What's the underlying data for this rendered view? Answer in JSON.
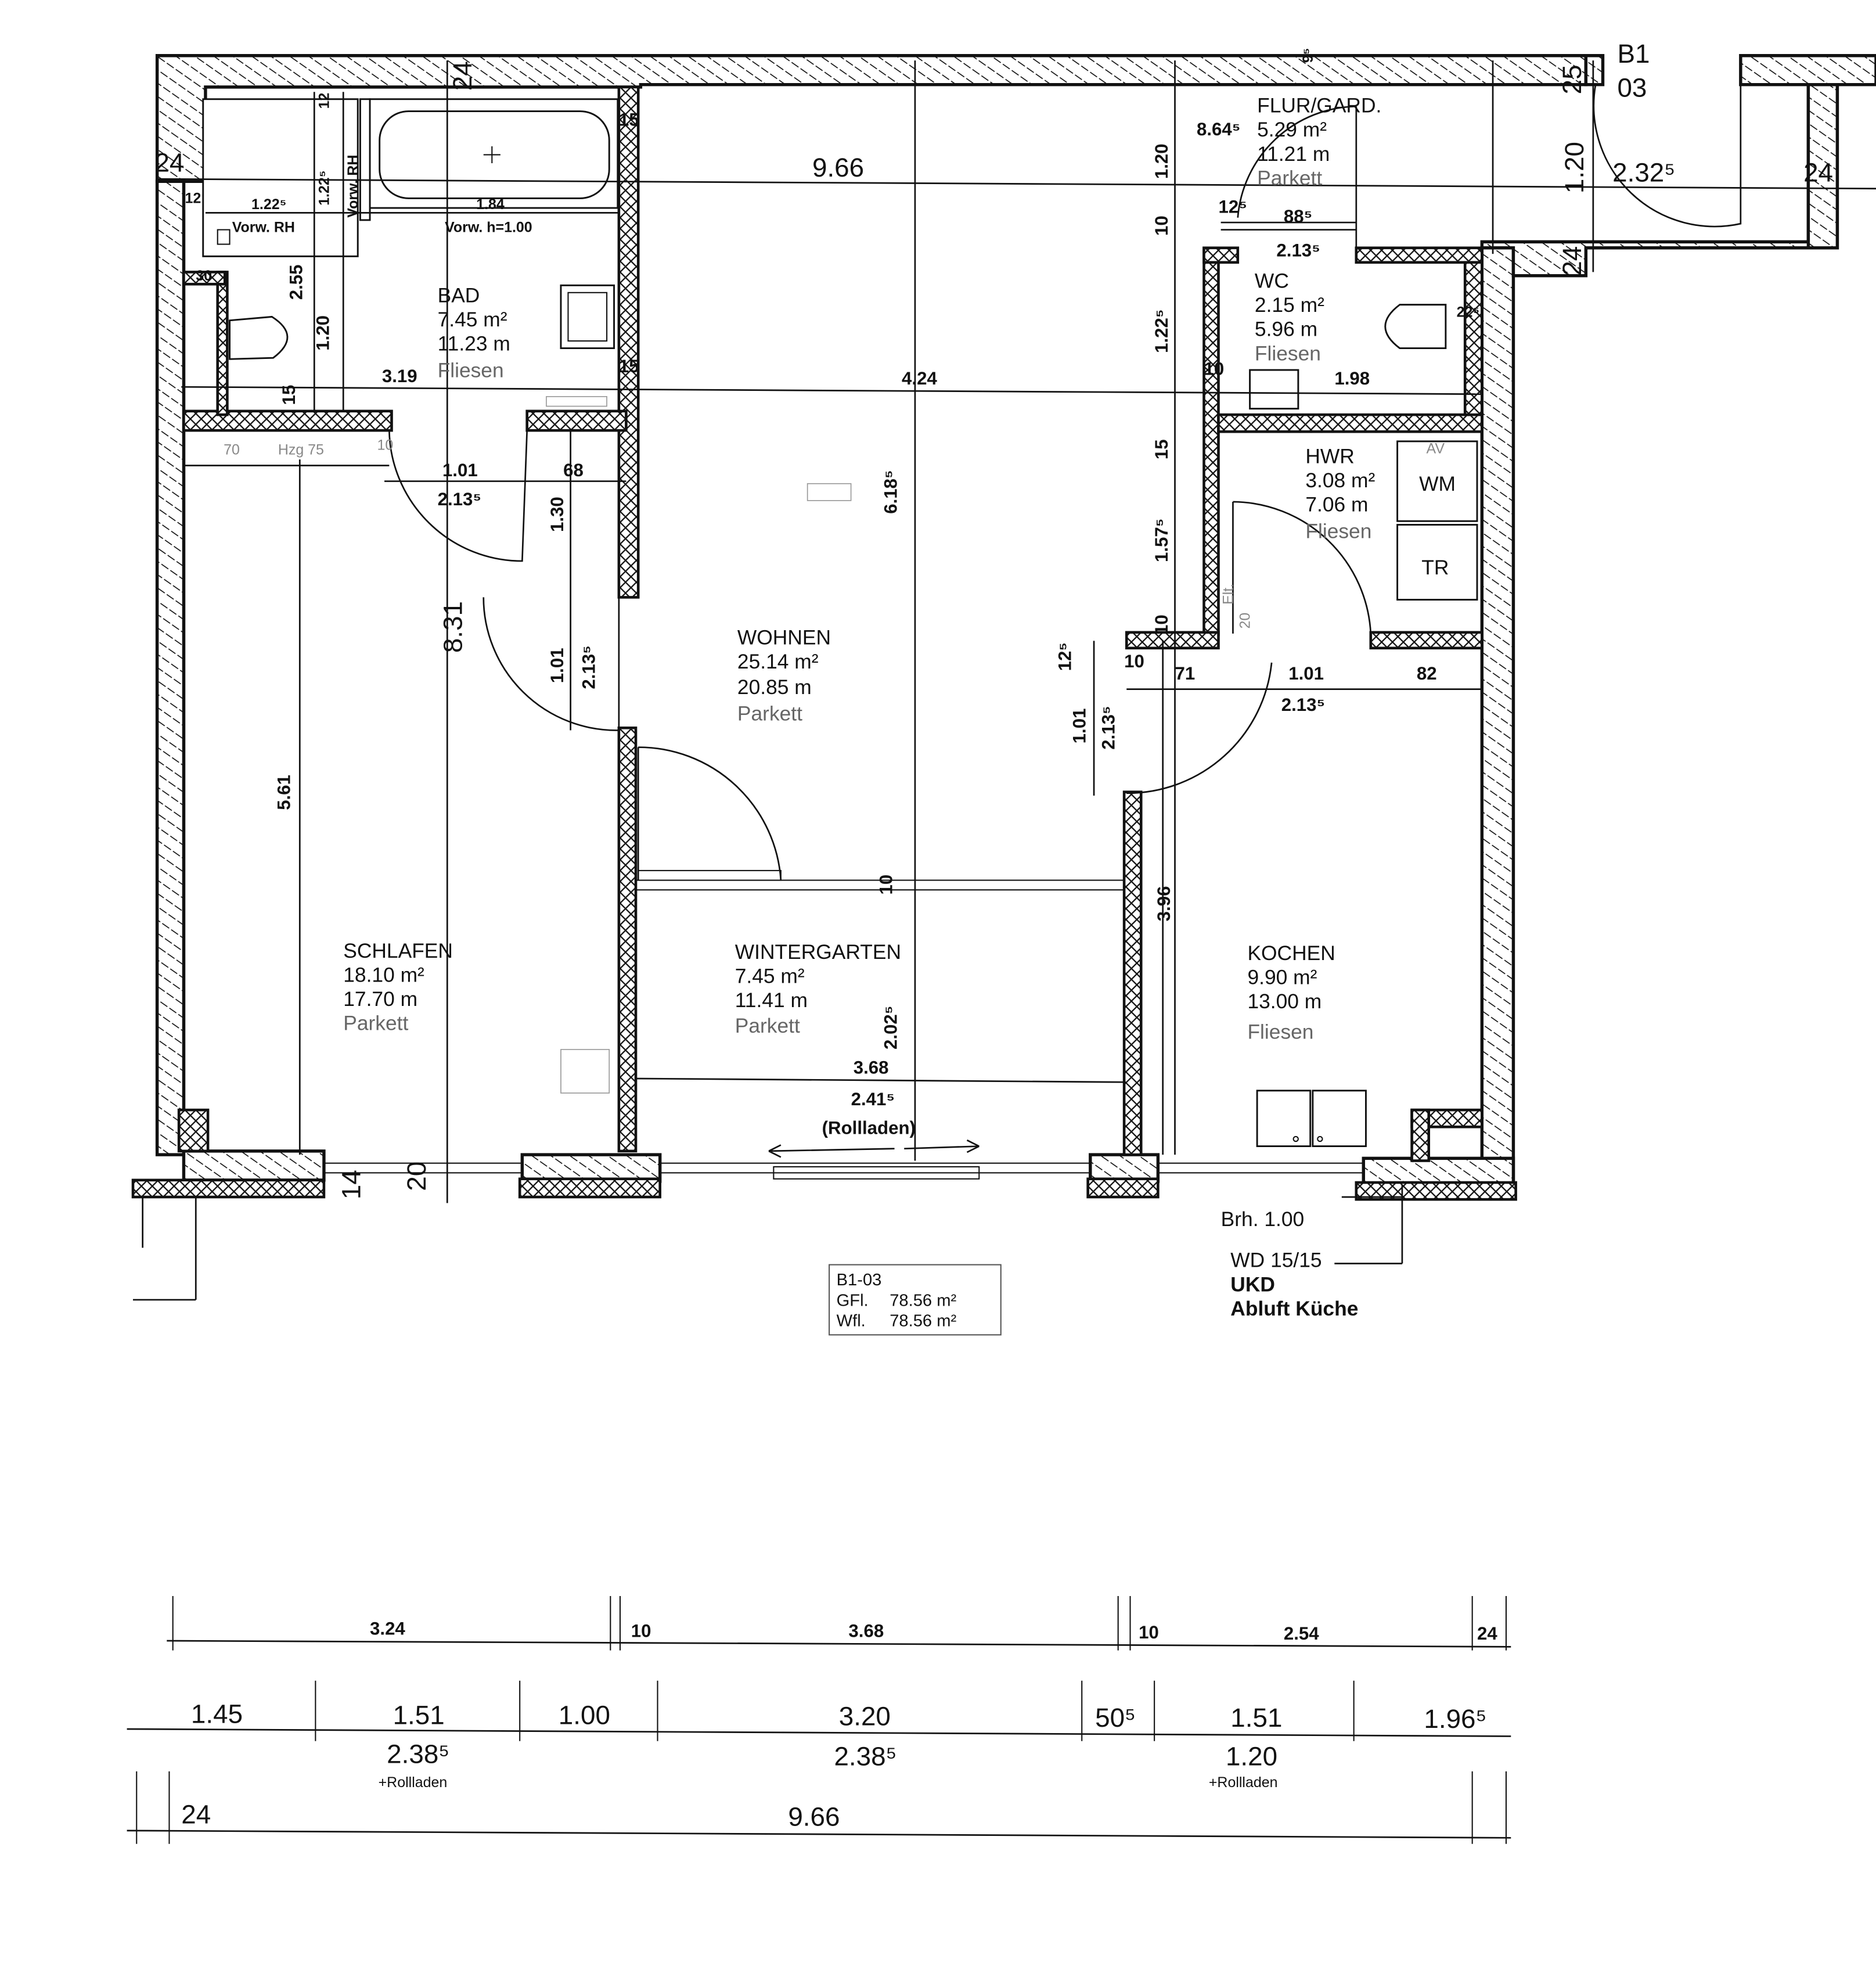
{
  "unit_label": {
    "line1": "B1",
    "line2": "03"
  },
  "rooms": {
    "bad": {
      "name": "BAD",
      "area": "7.45 m²",
      "perimeter": "11.23 m",
      "floor": "Fliesen"
    },
    "flur": {
      "name": "FLUR/GARD.",
      "area": "5.29 m²",
      "perimeter": "11.21 m",
      "floor": "Parkett"
    },
    "wc": {
      "name": "WC",
      "area": "2.15 m²",
      "perimeter": "5.96 m",
      "floor": "Fliesen"
    },
    "hwr": {
      "name": "HWR",
      "area": "3.08 m²",
      "perimeter": "7.06 m",
      "floor": "Fliesen"
    },
    "wohnen": {
      "name": "WOHNEN",
      "area": "25.14 m²",
      "perimeter": "20.85 m",
      "floor": "Parkett"
    },
    "schlafen": {
      "name": "SCHLAFEN",
      "area": "18.10 m²",
      "perimeter": "17.70 m",
      "floor": "Parkett"
    },
    "wintergarten": {
      "name": "WINTERGARTEN",
      "area": "7.45 m²",
      "perimeter": "11.41 m",
      "floor": "Parkett"
    },
    "kochen": {
      "name": "KOCHEN",
      "area": "9.90 m²",
      "perimeter": "13.00 m",
      "floor": "Fliesen"
    }
  },
  "fixtures": {
    "washer": "WM",
    "dryer": "TR",
    "av": "AV",
    "heater": "Hzg 75",
    "heater_offset": "70",
    "elt": "Elt.",
    "vorw_rh_1": "Vorw. RH",
    "vorw_rh_2": "Vorw. RH",
    "vorw_h": "Vorw. h=1.00"
  },
  "dimensions": {
    "top_24": "24",
    "left_24": "24",
    "d_12a": "12",
    "d_12b": "12",
    "d_1225_h": "1.22⁵",
    "d_1225_v": "1.22⁵",
    "d_184": "1.84",
    "d_30": "30",
    "d_255": "2.55",
    "d_120_bad": "1.20",
    "d_15_top": "15",
    "d_15_mid": "15",
    "d_15_bad": "15",
    "d_319": "3.19",
    "d_966_top": "9.66",
    "d_424": "4.24",
    "d_10_bad": "10",
    "d_101_schl": "1.01",
    "d_2135_schl": "2.13⁵",
    "d_68": "68",
    "d_130": "1.30",
    "d_831": "8.31",
    "d_101_wohn_v": "1.01",
    "d_2135_wohn_v": "2.13⁵",
    "d_6185": "6.18⁵",
    "d_561": "5.61",
    "d_95": "9⁵",
    "d_25": "25",
    "d_8645": "8.64⁵",
    "d_120_flur": "1.20",
    "d_120_flur2": "1.20",
    "d_2325": "2.32⁵",
    "d_24_r1": "24",
    "d_24_r2": "24",
    "d_125_wc": "12⁵",
    "d_885": "88⁵",
    "d_2135_wc": "2.13⁵",
    "d_10_wc": "10",
    "d_1225_wc": "1.22⁵",
    "d_225": "22⁵",
    "d_10_wc2": "10",
    "d_198": "1.98",
    "d_15_hwr": "15",
    "d_1575": "1.57⁵",
    "d_10_hwr": "10",
    "d_20": "20",
    "d_125_k": "12⁵",
    "d_10_k1": "10",
    "d_71": "71",
    "d_101_k": "1.01",
    "d_82": "82",
    "d_2135_k": "2.13⁵",
    "d_101_kv": "1.01",
    "d_2135_kv": "2.13⁵",
    "d_10_wg": "10",
    "d_396": "3.96",
    "d_2025": "2.02⁵",
    "d_368_wg": "3.68",
    "d_2415": "2.41⁵",
    "rollladen": "(Rollladen)",
    "d_20_win": "20",
    "d_14_win": "14",
    "brh": "Brh. 1.00"
  },
  "annotation": {
    "line1": "WD 15/15",
    "line2": "UKD",
    "line3": "Abluft Küche"
  },
  "legend": {
    "unit": "B1-03",
    "gfl_label": "GFl.",
    "gfl_value": "78.56 m²",
    "wfl_label": "Wfl.",
    "wfl_value": "78.56 m²"
  },
  "dim_chains": {
    "row1": [
      "3.24",
      "10",
      "3.68",
      "10",
      "2.54",
      "24"
    ],
    "row2": [
      "1.45",
      "1.51",
      "1.00",
      "3.20",
      "50⁵",
      "1.51",
      "1.96⁵"
    ],
    "row2_sub": [
      "2.38⁵",
      "2.38⁵",
      "1.20"
    ],
    "row2_sub_note": [
      "+Rollladen",
      "+Rollladen"
    ],
    "row3": [
      "24",
      "9.66"
    ]
  }
}
